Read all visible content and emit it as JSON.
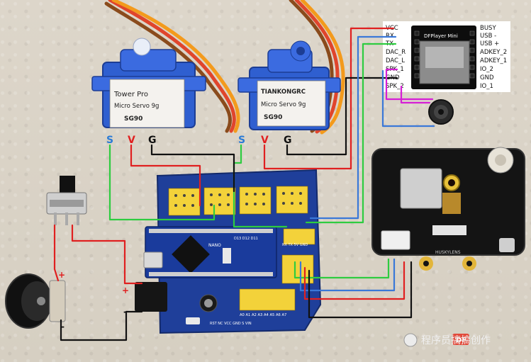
{
  "servo_left": {
    "brand": "Tower Pro",
    "model": "Micro Servo 9g",
    "code": "SG90"
  },
  "servo_right": {
    "brand": "TIANKONGRC",
    "model": "Micro Servo 9g",
    "code": "SG90"
  },
  "servo_pin_labels": {
    "s": "S",
    "v": "V",
    "g": "G"
  },
  "dfplayer": {
    "title": "DFPlayer Mini",
    "left_pins": [
      "VCC",
      "RX",
      "TX",
      "DAC_R",
      "DAC_L",
      "SPK_1",
      "GND",
      "SPK_2"
    ],
    "right_pins": [
      "BUSY",
      "USB -",
      "USB +",
      "ADKEY_2",
      "ADKEY_1",
      "IO_2",
      "GND",
      "IO_1"
    ]
  },
  "nano": {
    "label": "NANO",
    "bottom_pins": "RST  NC  VCC  GND  S  VIN",
    "top_pins": "D13  D12  D11",
    "analog_row": "A0 A1 A2 A3 A4 A5 A6 A7",
    "uart_row": "RX  TX  5V  GND"
  },
  "power": {
    "plus_switch": "+",
    "plus_jack": "+",
    "minus_jack": "-",
    "minus_board": "-"
  },
  "huskylens": {
    "brand": "HUSKYLENS"
  },
  "watermark": {
    "text": "程序员搞搞创作",
    "badge": "DF"
  },
  "colors": {
    "wire_red": "#e02020",
    "wire_black": "#111111",
    "wire_green": "#2ecc40",
    "wire_blue": "#3a78d8",
    "wire_magenta": "#d61fd6",
    "servo_blue": "#2f5fd0",
    "shield_blue": "#1f3f9a",
    "header_yellow": "#f3d23a"
  }
}
